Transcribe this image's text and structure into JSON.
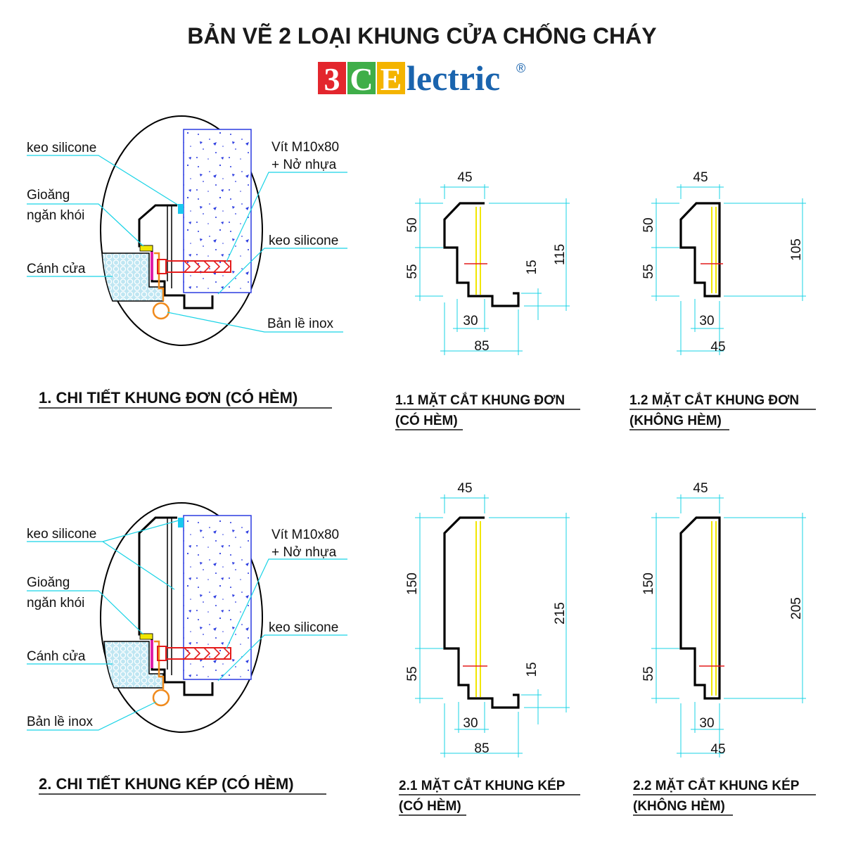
{
  "title": "BẢN VẼ 2 LOẠI KHUNG CỬA CHỐNG CHÁY",
  "logo": {
    "squares": [
      {
        "char": "3",
        "color": "#e3262d"
      },
      {
        "char": "C",
        "color": "#3fae49"
      },
      {
        "char": "E",
        "color": "#f4b400"
      }
    ],
    "text": "lectric",
    "registered": "®"
  },
  "detail1": {
    "labels": {
      "keo_silicone_left": "keo silicone",
      "gioang_1": "Gioăng",
      "gioang_2": "ngăn khói",
      "canh_cua": "Cánh cửa",
      "vit_1": "Vít M10x80",
      "vit_2": "+ Nở nhựa",
      "keo_silicone_right": "keo silicone",
      "ban_le": "Bản lề inox"
    },
    "caption": "1. CHI TIẾT KHUNG ĐƠN (CÓ HÈM)"
  },
  "detail2": {
    "labels": {
      "keo_silicone_left": "keo silicone",
      "gioang_1": "Gioăng",
      "gioang_2": "ngăn khói",
      "canh_cua": "Cánh cửa",
      "vit_1": "Vít M10x80",
      "vit_2": "+ Nở nhựa",
      "keo_silicone_right": "keo silicone",
      "ban_le": "Bản lề inox"
    },
    "caption": "2. CHI TIẾT KHUNG KÉP (CÓ HÈM)"
  },
  "section_1_1": {
    "caption_1": "1.1 MẶT CẮT KHUNG ĐƠN",
    "caption_2": "(CÓ HÈM)",
    "dims": {
      "top": "45",
      "left_upper": "50",
      "left_lower": "55",
      "right_small": "15",
      "right_total": "115",
      "bottom_inner": "30",
      "bottom_total": "85"
    }
  },
  "section_1_2": {
    "caption_1": "1.2 MẶT CẮT KHUNG ĐƠN",
    "caption_2": "(KHÔNG HÈM)",
    "dims": {
      "top": "45",
      "left_upper": "50",
      "left_lower": "55",
      "right_total": "105",
      "bottom_inner": "30",
      "bottom_total": "45"
    }
  },
  "section_2_1": {
    "caption_1": "2.1 MẶT CẮT KHUNG KÉP",
    "caption_2": "(CÓ HÈM)",
    "dims": {
      "top": "45",
      "left_upper": "150",
      "left_lower": "55",
      "right_small": "15",
      "right_total": "215",
      "bottom_inner": "30",
      "bottom_total": "85"
    }
  },
  "section_2_2": {
    "caption_1": "2.2 MẶT CẮT KHUNG KÉP",
    "caption_2": "(KHÔNG HÈM)",
    "dims": {
      "top": "45",
      "left_upper": "150",
      "left_lower": "55",
      "right_total": "205",
      "bottom_inner": "30",
      "bottom_total": "45"
    }
  },
  "colors": {
    "dimension": "#19d3e6",
    "concrete_edge": "#2b3be0",
    "door_fill": "#bfe6f2",
    "hinge": "#f08a1c",
    "screw": "#e41c1c",
    "gasket": "#f1e600",
    "silicone": "#19c8ee"
  }
}
